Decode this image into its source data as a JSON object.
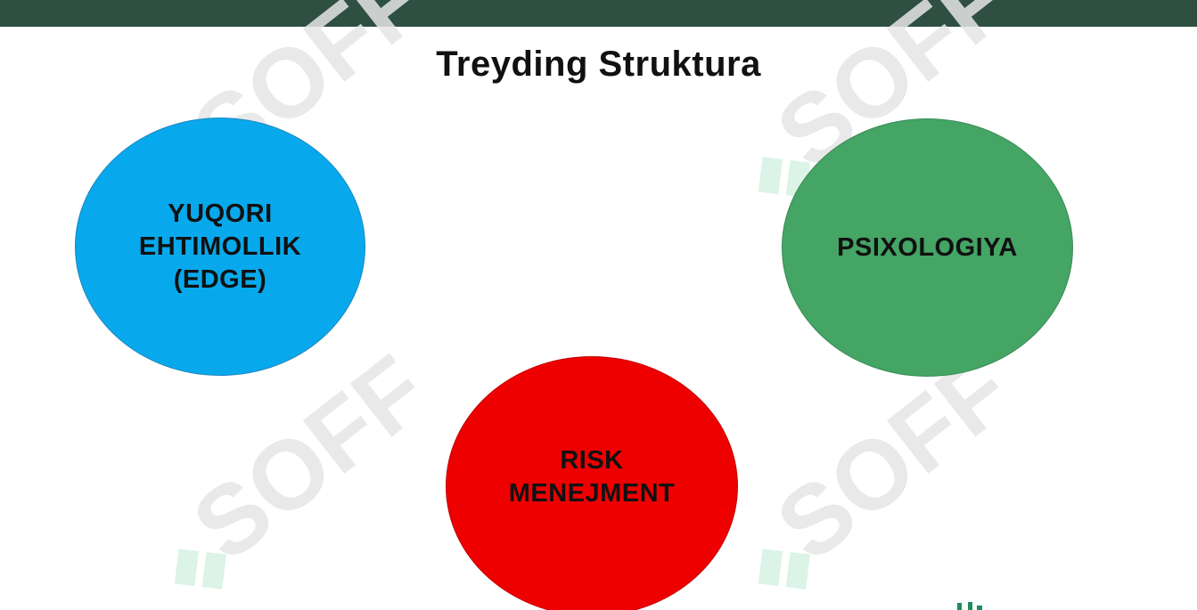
{
  "title": "Treyding Struktura",
  "nodes": {
    "edge": {
      "label_line1": "YUQORI",
      "label_line2": "EHTIMOLLIK",
      "label_line3": "(EDGE)"
    },
    "psixologiya": {
      "label": "PSIXOLOGIYA"
    },
    "risk": {
      "label_line1": "RISK",
      "label_line2": "MENEJMENT"
    }
  },
  "watermark": {
    "text": "SOFF"
  },
  "colors": {
    "top_bar": "#2e4f42",
    "edge_circle": "#08a9ec",
    "psixologiya_circle": "#44a565",
    "risk_circle": "#ef0000",
    "watermark": "#d9f2e6"
  }
}
